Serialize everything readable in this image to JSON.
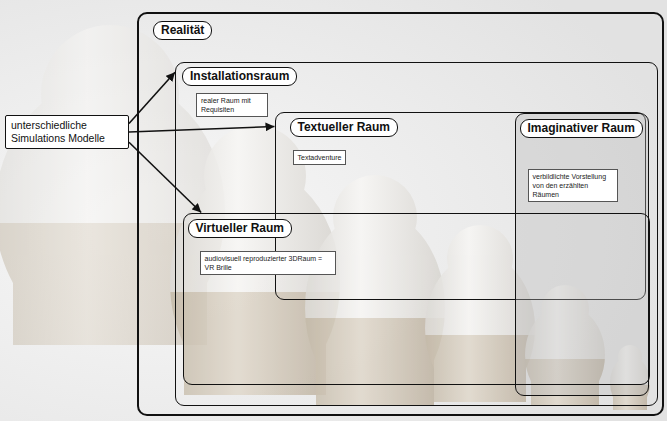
{
  "diagram": {
    "nodes": [
      {
        "text": [
          "Realität"
        ]
      },
      {
        "text": [
          "Installationsraum",
          "realer Raum mit Requisiten"
        ],
        "in": 0
      },
      {
        "text": [
          "unterschiedliche Simulations Modelle"
        ]
      },
      {
        "text": [
          "Textueller Raum",
          "Textadventure"
        ],
        "in": 1
      },
      {
        "text": [
          "Imaginativer Raum",
          "verbildlichte Vorstellung von den erzählten Räumen"
        ],
        "in": 1
      },
      {
        "text": [
          "Virtueller Raum",
          "audiovisuell reproduzierter 3DRaum = VR Brille"
        ],
        "in": 1
      }
    ],
    "edges": [
      {
        "from": 2,
        "to": 1,
        "arrow": "to"
      },
      {
        "from": 2,
        "to": 3,
        "arrow": "to"
      },
      {
        "from": 2,
        "to": 5,
        "arrow": "to"
      }
    ]
  }
}
